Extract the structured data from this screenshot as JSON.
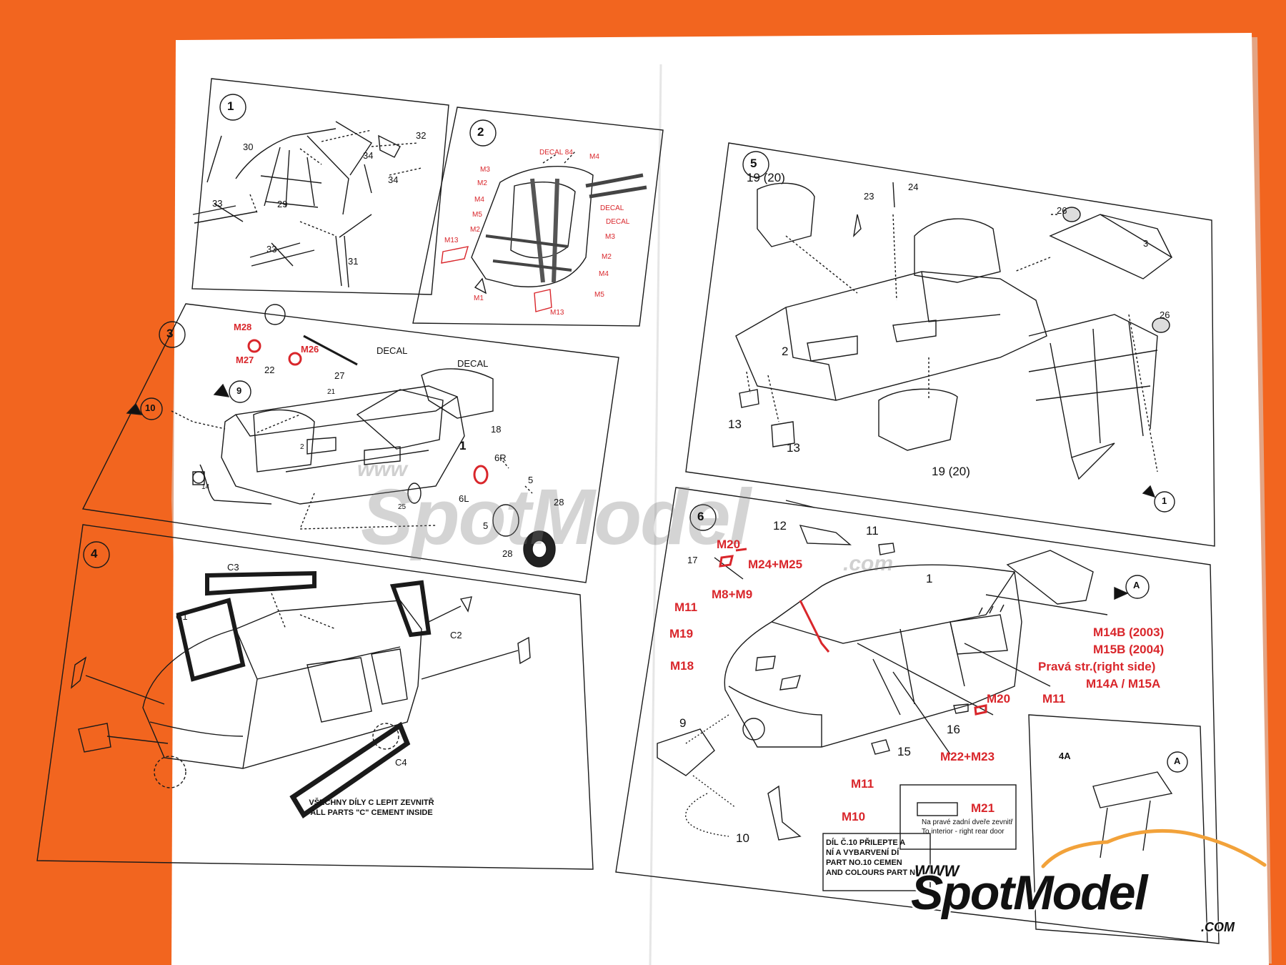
{
  "steps": {
    "s1": {
      "num": "1",
      "labels": [
        "30",
        "32",
        "34",
        "34",
        "33",
        "29",
        "33",
        "31"
      ]
    },
    "s2": {
      "num": "2",
      "decal84": "DECAL 84",
      "m4_top": "M4",
      "decal_a": "DECAL",
      "decal_b": "DECAL",
      "labels_left": [
        "M3",
        "M2",
        "M4",
        "M5",
        "M2",
        "M13",
        "M1"
      ],
      "labels_right": [
        "M3",
        "M2",
        "M4",
        "M5",
        "M13"
      ]
    },
    "s3": {
      "num": "3",
      "m28": "M28",
      "m27": "M27",
      "m26": "M26",
      "n22": "22",
      "n27": "27",
      "decal_a": "DECAL",
      "decal_b": "DECAL",
      "ref9": "9",
      "ref10": "10",
      "n21": "21",
      "n18": "18",
      "n2": "2",
      "n1": "1",
      "n14": "14",
      "n25": "25",
      "n6r": "6R",
      "n6l": "6L",
      "n5a": "5",
      "n5b": "5",
      "n28a": "28",
      "n28b": "28"
    },
    "s4": {
      "num": "4",
      "c1": "C1",
      "c2": "C2",
      "c3": "C3",
      "c4": "C4",
      "note_cz": "VŠECHNY DÍLY C LEPIT ZEVNITŘ",
      "note_en": "ALL PARTS \"C\" CEMENT INSIDE"
    },
    "s5": {
      "num": "5",
      "n19a": "19 (20)",
      "n23": "23",
      "n24": "24",
      "n26a": "26",
      "n3": "3",
      "n26b": "26",
      "n2": "2",
      "n13a": "13",
      "n13b": "13",
      "n19b": "19 (20)",
      "ref1": "1"
    },
    "s6": {
      "num": "6",
      "n12": "12",
      "n11": "11",
      "m20a": "M20",
      "n17": "17",
      "m24": "M24+M25",
      "n1": "1",
      "m8": "M8+M9",
      "m11a": "M11",
      "m19": "M19",
      "m18": "M18",
      "n9": "9",
      "refA": "A",
      "m14b": "M14B (2003)",
      "m15b": "M15B (2004)",
      "prava": "Pravá str.(right side)",
      "m14a": "M14A / M15A",
      "m11b": "M11",
      "m20b": "M20",
      "n16": "16",
      "n15": "15",
      "m22": "M22+M23",
      "m11c": "M11",
      "m10": "M10",
      "n10": "10",
      "m21": "M21",
      "m21_note1": "Na pravé zadní dveře zevnitř",
      "m21_note2": "To interior - right rear door",
      "note_lines": [
        "DÍL Č.10 PŘILEPTE A",
        "NÍ A VYBARVENÍ DÍ",
        "PART NO.10 CEMEN",
        "AND COLOURS PART NO"
      ],
      "inset_4a": "4A",
      "inset_A": "A"
    }
  },
  "watermark": {
    "www": "www",
    "brand": "SpotModel",
    "com": ".com"
  },
  "logo": {
    "www": "WWW",
    "brand": "SpotModel",
    "com": ".COM"
  },
  "colors": {
    "background": "#f2651f",
    "paper": "#ffffff",
    "ink": "#1a1a1a",
    "decal_red": "#d9262b"
  }
}
